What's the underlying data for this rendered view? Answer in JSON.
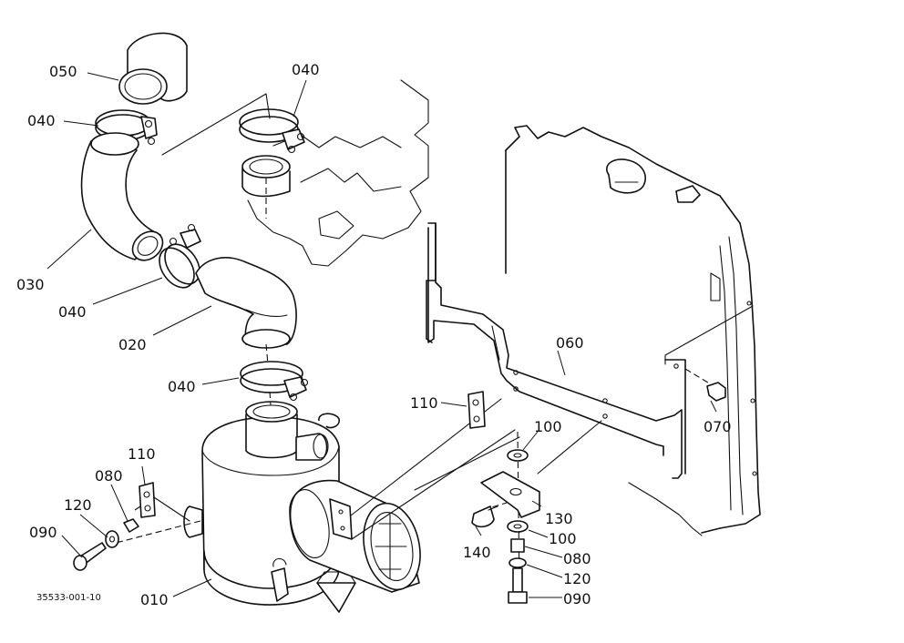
{
  "drawing_number": "35533-001-10",
  "callouts": {
    "c050": "050",
    "c040_top_left": "040",
    "c040_top": "040",
    "c030": "030",
    "c040_mid": "040",
    "c020": "020",
    "c040_low": "040",
    "c060": "060",
    "c110_right": "110",
    "c110_left": "110",
    "c080_left": "080",
    "c120_left": "120",
    "c090_left": "090",
    "c010": "010",
    "c100_top": "100",
    "c130": "130",
    "c100_low": "100",
    "c140": "140",
    "c080_right": "080",
    "c120_right": "120",
    "c090_right": "090",
    "c070": "070"
  }
}
